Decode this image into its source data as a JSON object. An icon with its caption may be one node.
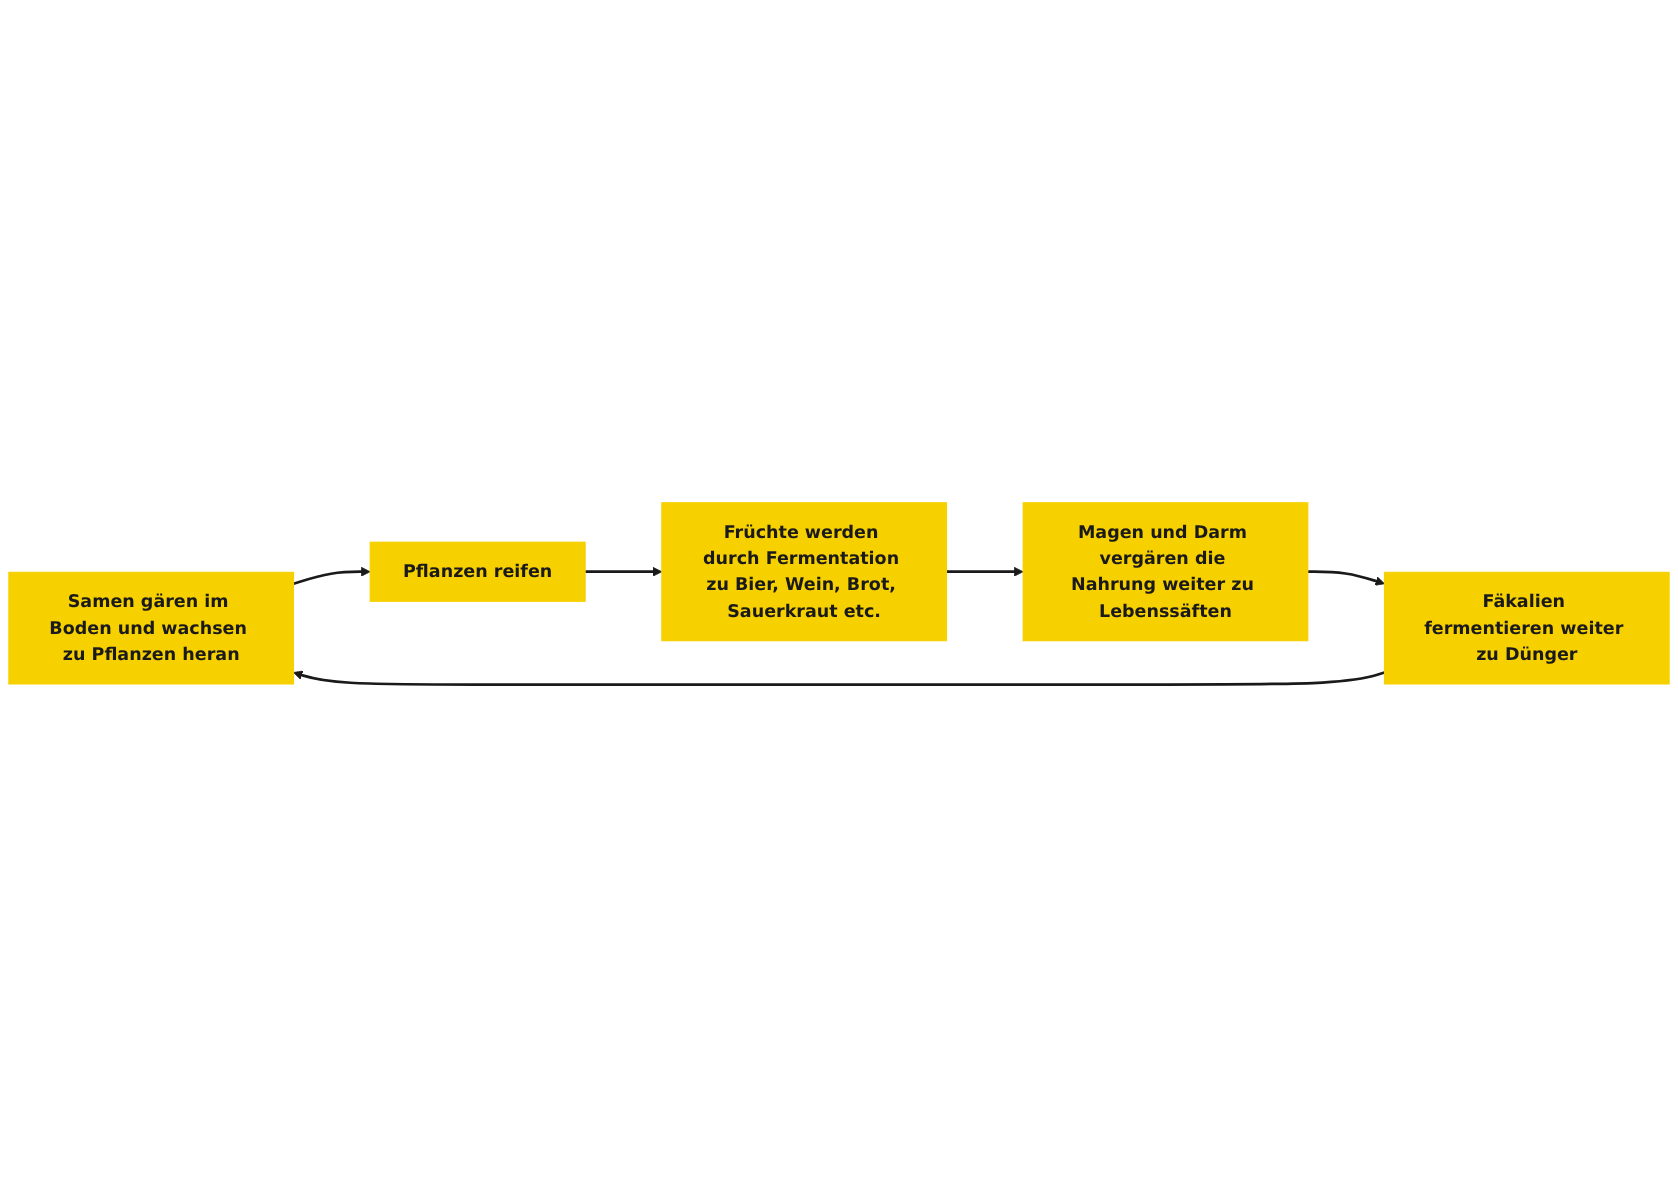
{
  "diagram": {
    "nodes": [
      {
        "text": [
          "Samen gären im Boden und wachsen zu Pflanzen heran"
        ]
      },
      {
        "text": [
          "Pflanzen reifen"
        ]
      },
      {
        "text": [
          "Früchte werden durch Fermentation zu Bier, Wein, Brot, Sauerkraut etc."
        ]
      },
      {
        "text": [
          "Magen und Darm vergären die Nahrung weiter zu Lebenssäften"
        ]
      },
      {
        "text": [
          "Fäkalien fermentieren weiter zu Dünger"
        ]
      }
    ],
    "edges": [
      {
        "from": 0,
        "to": 1,
        "arrow": "to"
      },
      {
        "from": 1,
        "to": 2,
        "arrow": "to"
      },
      {
        "from": 2,
        "to": 3,
        "arrow": "to"
      },
      {
        "from": 3,
        "to": 4,
        "arrow": "to"
      },
      {
        "from": 4,
        "to": 0,
        "arrow": "to"
      }
    ]
  }
}
